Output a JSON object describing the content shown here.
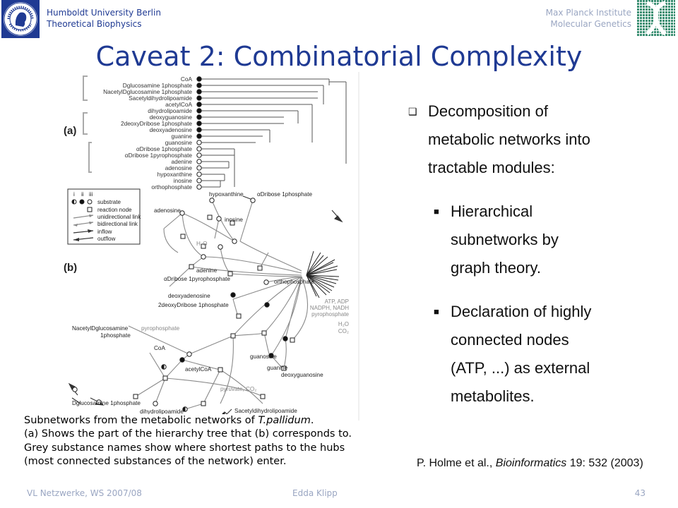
{
  "header": {
    "left_line1": "Humboldt University Berlin",
    "left_line2": "Theoretical Biophysics",
    "right_line1": "Max Planck Institute",
    "right_line2": "Molecular Genetics"
  },
  "title": "Caveat 2: Combinatorial Complexity",
  "figure": {
    "panel_a_label": "(a)",
    "panel_b_label": "(b)",
    "tree_leaves": [
      "CoA",
      "Dglucosamine 1phosphate",
      "NacetylDglucosamine 1phosphate",
      "Sacetyldihydrolipoamide",
      "acetylCoA",
      "dihydrolipoamide",
      "deoxyguanosine",
      "2deoxyDribose 1phosphate",
      "deoxyadenosine",
      "guanine",
      "guanosine",
      "αDribose 1phosphate",
      "αDribose 1pyrophosphate",
      "adenine",
      "adenosine",
      "hypoxanthine",
      "inosine",
      "orthophosphate"
    ],
    "legend": {
      "cols": [
        "i",
        "ii",
        "iii"
      ],
      "items": [
        "substrate",
        "reaction node",
        "unidirectional link",
        "bidirectional link",
        "inflow",
        "outflow"
      ]
    },
    "network_labels": {
      "hypoxanthine": "hypoxanthine",
      "ribose1p": "αDribose 1phosphate",
      "adenosine": "adenosine",
      "inosine": "inosine",
      "h2o_1": "H₂O",
      "adenine": "adenine",
      "ribose1pp": "αDribose 1pyrophosphate",
      "orthophosphate": "orthophosphate",
      "deoxyadenosine": "deoxyadenosine",
      "deoxyribose1p": "2deoxyDribose 1phosphate",
      "hub_atp": "ATP, ADP",
      "hub_nadph": "NADPH, NADH",
      "hub_pyro": "pyrophosphate",
      "hub_h2o": "H₂O",
      "hub_co2": "CO₂",
      "nacetyl_1": "NacetylDglucosamine",
      "nacetyl_2": "1phosphate",
      "pyrophosphate": "pyrophosphate",
      "coa": "CoA",
      "guanosine": "guanosine",
      "acetylcoa": "acetylCoA",
      "guanine": "guanine",
      "deoxyguanosine": "deoxyguanosine",
      "pyruvate": "pyruvate, CO₂",
      "dglucosamine": "Dglucosamine 1phosphate",
      "sacetyl": "Sacetyldihydrolipoamide",
      "dihydrolipoamide": "dihydrolipoamide"
    }
  },
  "caption": {
    "line1_pre": "Subnetworks from the metabolic networks of ",
    "line1_italic": "T.pallidum",
    "line1_post": ".",
    "line2": "(a) Shows the part of the hierarchy tree that (b) corresponds to.",
    "line3": "Grey substance names show where shortest paths to the hubs",
    "line4": "(most connected substances of the network) enter."
  },
  "bullets": {
    "main_mark": "❑",
    "main": [
      "Decomposition of",
      "metabolic networks into",
      "tractable modules:"
    ],
    "sub_mark": "■",
    "sub1": [
      "Hierarchical",
      "subnetworks by",
      "graph theory."
    ],
    "sub2": [
      "Declaration of highly",
      "connected nodes",
      "(ATP, ...) as external",
      "metabolites."
    ]
  },
  "reference": {
    "pre": "P. Holme et al., ",
    "italic": "Bioinformatics",
    "post": " 19: 532 (2003)"
  },
  "footer": {
    "left": "VL Netzwerke, WS 2007/08",
    "center": "Edda Klipp",
    "page": "43"
  },
  "colors": {
    "title": "#1f3a93",
    "header_grey": "#9aa6c2",
    "network_grey": "#9a9a9a"
  }
}
